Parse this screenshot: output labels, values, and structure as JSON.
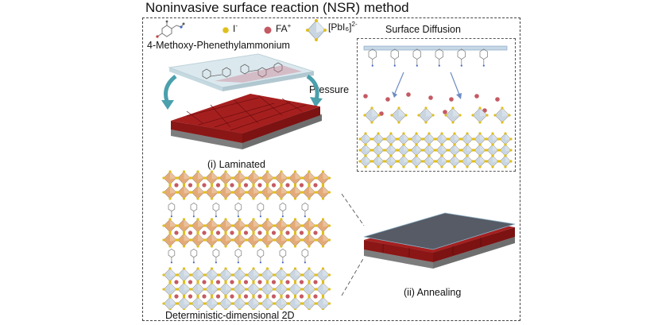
{
  "title": "Noninvasive surface reaction (NSR) method",
  "legend": {
    "iodide": {
      "symbol": "I",
      "charge": "-"
    },
    "fa": {
      "symbol": "FA",
      "charge": "+"
    },
    "pbi6": {
      "symbol": "[PbI₆]",
      "charge": "2-"
    },
    "molecule": "4-Methoxy-Phenethylammonium"
  },
  "panels": {
    "surface_diffusion": "Surface Diffusion",
    "pressure": "Pressure",
    "laminated": "(i) Laminated",
    "annealing": "(ii) Annealing",
    "deterministic_2d": "Deterministic-dimensional 2D"
  },
  "colors": {
    "film_red": "#a61f1f",
    "substrate_gray": "#8d8d8d",
    "octahedron_orange": "#e3aa78",
    "octahedron_blue": "#c9d6e2",
    "iodide_yellow": "#e0bf1c",
    "fa_red": "#c45a63",
    "arrow_cyan": "#4aa0ac"
  }
}
